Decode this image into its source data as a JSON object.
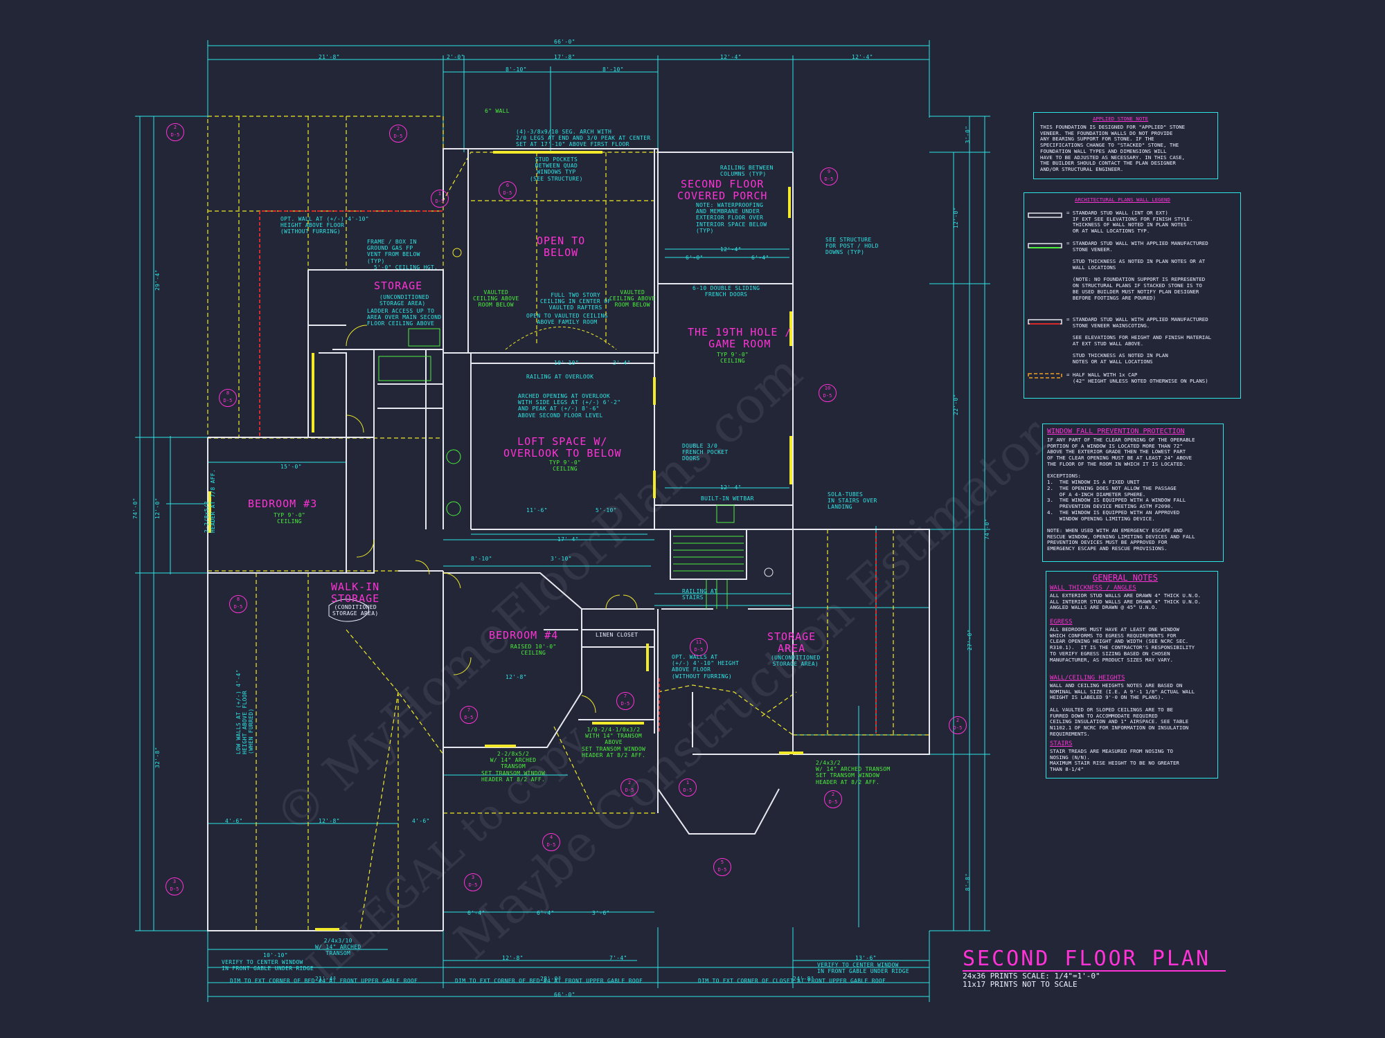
{
  "sheet": {
    "title": "SECOND FLOOR PLAN",
    "scale_24x36": "24x36 PRINTS SCALE: 1/4\"=1'-0\"",
    "scale_11x17": "11x17 PRINTS NOT TO SCALE",
    "watermark_1": "© MyHomeFloorPlans.com",
    "watermark_2": "Maybe Construction Estimator",
    "watermark_3": "ILLEGAL to copy"
  },
  "rooms": {
    "storage_top": "STORAGE",
    "storage_top_sub": "(UNCONDITIONED\nSTORAGE AREA)",
    "ladder_note": "LADDER ACCESS UP TO\nAREA OVER MAIN SECOND\nFLOOR CEILING ABOVE",
    "open_below": "OPEN TO\nBELOW",
    "covered_porch": "SECOND FLOOR\nCOVERED PORCH",
    "porch_note": "NOTE: WATERPROOFING\nAND MEMBRANE UNDER\nEXTERIOR FLOOR OVER\nINTERIOR SPACE BELOW\n(TYP)",
    "game_room": "THE 19TH HOLE /\nGAME ROOM",
    "game_room_ceiling": "TYP 9'-0\"\nCEILING",
    "loft": "LOFT SPACE W/\nOVERLOOK TO BELOW",
    "loft_ceiling": "TYP 9'-0\"\nCEILING",
    "bedroom3": "BEDROOM #3",
    "bedroom3_ceiling": "TYP 9'-0\"\nCEILING",
    "walkin": "WALK-IN\nSTORAGE",
    "walkin_sub": "(CONDITIONED\nSTORAGE AREA)",
    "bedroom4": "BEDROOM #4",
    "bedroom4_ceiling": "RAISED 10'-0\"\nCEILING",
    "storage_right": "STORAGE\nAREA",
    "storage_right_sub": "(UNCONDITIONED\nSTORAGE AREA)",
    "linen": "LINEN CLOSET"
  },
  "notes_plan": {
    "wall6": "6\" WALL",
    "arch_top": "(4)-3/8x9/10 SEG. ARCH WITH\n2/0 LEGS AT END AND 3/0 PEAK AT CENTER\nSET AT 17'-10\" ABOVE FIRST FLOOR",
    "stud_pockets": "STUD POCKETS\nBETWEEN QUAD\nWINDOWS TYP\n(SEE STRUCTURE)",
    "railing_cols": "RAILING BETWEEN\nCOLUMNS (TYP)",
    "see_structure": "SEE STRUCTURE\nFOR POST / HOLD\nDOWNS (TYP)",
    "frame_box": "FRAME / BOX IN\nGROUND GAS FP\nVENT FROM BELOW\n(TYP)",
    "ceiling_5": "5'-0\" CEILING HGT.",
    "vaulted_left": "VAULTED\nCEILING ABOVE\nROOM BELOW",
    "vaulted_right": "VAULTED\nCEILING ABOVE\nROOM BELOW",
    "full_two_story": "FULL TWO STORY\nCEILING IN CENTER OF\nVAULTED RAFTERS",
    "open_vaulted": "OPEN TO VAULTED CEILING\nABOVE FAMILY ROOM",
    "railing_overlook": "RAILING AT OVERLOOK",
    "arched_opening": "ARCHED OPENING AT OVERLOOK\nWITH SIDE LEGS AT (+/-) 6'-2\"\nAND PEAK AT (+/-) 8'-6\"\nABOVE SECOND FLOOR LEVEL",
    "french_doors_top": "6-10 DOUBLE SLIDING\nFRENCH DOORS",
    "pocket_doors": "DOUBLE 3/0\nFRENCH POCKET\nDOORS",
    "wetbar": "BUILT-IN WETBAR",
    "sola": "SOLA-TUBES\nIN STAIRS OVER\nLANDING",
    "railing_stairs": "RAILING AT\nSTAIRS",
    "opt_wall_top": "OPT. WALL AT (+/-) 4'-10\"\nHEIGHT ABOVE FLOOR\n(WITHOUT FURRING)",
    "opt_walls_mid": "OPT. WALLS AT\n(+/-) 4'-10\" HEIGHT\nABOVE FLOOR\n(WITHOUT FURRING)",
    "low_walls": "LOW WALLS AT (+/-) 4'-4\"\nHEIGHT ABOVE FLOOR\n(WHEN FURRED)",
    "header_left": "2-2/8x5/2\nHEADER AT 7/8 AFF.",
    "arched_bottom": "2/4x3/10\nW/ 14\" ARCHED\nTRANSOM",
    "arched_bed4": "2-2/8x5/2\nW/ 14\" ARCHED\nTRANSOM\nSET TRANSOM WINDOW\nHEADER AT 8/2 AFF.",
    "transom_bed4": "1/0-2/4-1/0x3/2\nWITH 14\" TRANSOM\nABOVE\nSET TRANSOM WINDOW\nHEADER AT 8/2 AFF.",
    "arched_right": "2/4x3/2\nW/ 14\" ARCHED TRANSOM\nSET TRANSOM WINDOW\nHEADER AT 8/2 AFF.",
    "verify_left": "VERIFY TO CENTER WINDOW\nIN FRONT GABLE UNDER RIDGE",
    "verify_right": "VERIFY TO CENTER WINDOW\nIN FRONT GABLE UNDER RIDGE",
    "dim_ext_bed4": "DIM TO EXT CORNER OF BED #4 AT FRONT UPPER GABLE ROOF",
    "dim_ext_bed4b": "DIM TO EXT CORNER OF BED #4 AT FRONT UPPER GABLE ROOF",
    "dim_ext_closet": "DIM TO EXT CORNER OF CLOSET AT FRONT UPPER GABLE ROOF"
  },
  "dims": {
    "overall_top": "66'-0\"",
    "overall_bottom": "66'-0\"",
    "top_segments": [
      "21'-8\"",
      "2'-0\"",
      "17'-8\"",
      "12'-4\"",
      "12'-4\""
    ],
    "top_sub": [
      "8'-10\"",
      "8'-10\""
    ],
    "left_overall": "74'-0\"",
    "right_overall": "74'-0\"",
    "left_segments": [
      "29'-4\"",
      "12'-0\"",
      "32'-8\""
    ],
    "right_segments": [
      "3'-0\"",
      "12'-0\"",
      "22'-0\"",
      "27'-0\"",
      "8'-8\""
    ],
    "bottom_segments": [
      "21'-4\"",
      "28'-0\"",
      "24'-8\""
    ],
    "bottom_sub": [
      "10'-10\"",
      "12'-8\"",
      "7'-4\"",
      "13'-6\""
    ],
    "misc": [
      "15'-0\"",
      "17'-4\"",
      "10'-10\"",
      "12'-4\"",
      "12'-4\"",
      "6'-0\"",
      "6'-4\"",
      "3'-4\"",
      "12'-8\"",
      "8'-10\"",
      "3'-10\"",
      "4'-6\"",
      "12'-8\"",
      "4'-6\"",
      "6'-4\"",
      "6'-4\"",
      "3'-6\"",
      "5'-10\"",
      "11'-6\""
    ]
  },
  "tags": [
    {
      "num": "2",
      "sheet": "D-5"
    },
    {
      "num": "2",
      "sheet": "D-5"
    },
    {
      "num": "1",
      "sheet": "D-5"
    },
    {
      "num": "6",
      "sheet": "D-5"
    },
    {
      "num": "9",
      "sheet": "D-5"
    },
    {
      "num": "8",
      "sheet": "D-5"
    },
    {
      "num": "10",
      "sheet": "D-5"
    },
    {
      "num": "8",
      "sheet": "D-5"
    },
    {
      "num": "11",
      "sheet": "D-5"
    },
    {
      "num": "7",
      "sheet": "D-5"
    },
    {
      "num": "7",
      "sheet": "D-5"
    },
    {
      "num": "2",
      "sheet": "D-5"
    },
    {
      "num": "1",
      "sheet": "D-5"
    },
    {
      "num": "2",
      "sheet": "D-5"
    },
    {
      "num": "4",
      "sheet": "D-5"
    },
    {
      "num": "5",
      "sheet": "D-5"
    },
    {
      "num": "3",
      "sheet": "D-5"
    },
    {
      "num": "3",
      "sheet": "D-5"
    },
    {
      "num": "2",
      "sheet": "D-5"
    }
  ],
  "stone_note": {
    "heading": "APPLIED STONE NOTE",
    "body": "THIS FOUNDATION IS DESIGNED FOR \"APPLIED\" STONE\nVENEER. THE FOUNDATION WALLS DO NOT PROVIDE\nANY BEARING SUPPORT FOR STONE. IF THE\nSPECIFICATIONS CHANGE TO \"STACKED\" STONE, THE\nFOUNDATION WALL TYPES AND DIMENSIONS WILL\nHAVE TO BE ADJUSTED AS NECESSARY. IN THIS CASE,\nTHE BUILDER SHOULD CONTACT THE PLAN DESIGNER\nAND/OR STRUCTURAL ENGINEER."
  },
  "legend": {
    "heading": "ARCHITECTURAL PLANS WALL LEGEND",
    "item1": "= STANDARD STUD WALL (INT OR EXT)\n  IF EXT SEE ELEVATIONS FOR FINISH STYLE.\n  THICKNESS OF WALL NOTED IN PLAN NOTES\n  OR AT WALL LOCATIONS TYP.",
    "item2": "= STANDARD STUD WALL WITH APPLIED MANUFACTURED\n  STONE VENEER.\n\n  STUD THICKNESS AS NOTED IN PLAN NOTES OR AT\n  WALL LOCATIONS\n\n  (NOTE: NO FOUNDATION SUPPORT IS REPRESENTED\n  ON STRUCTURAL PLANS IF STACKED STONE IS TO\n  BE USED BUILDER MUST NOTIFY PLAN DESIGNER\n  BEFORE FOOTINGS ARE POURED)",
    "item3": "= STANDARD STUD WALL WITH APPLIED MANUFACTURED\n  STONE VENEER WAINSCOTING.\n\n  SEE ELEVATIONS FOR HEIGHT AND FINISH MATERIAL\n  AT EXT STUD WALL ABOVE.\n\n  STUD THICKNESS AS NOTED IN PLAN\n  NOTES OR AT WALL LOCATIONS",
    "item4": "= HALF WALL WITH 1x CAP\n  (42\" HEIGHT UNLESS NOTED OTHERWISE ON PLANS)"
  },
  "window_fall": {
    "heading": "WINDOW FALL PREVENTION PROTECTION",
    "body": "IF ANY PART OF THE CLEAR OPENING OF THE OPERABLE\nPORTION OF A WINDOW IS LOCATED MORE THAN 72\"\nABOVE THE EXTERIOR GRADE THEN THE LOWEST PART\nOF THE CLEAR OPENING MUST BE AT LEAST 24\" ABOVE\nTHE FLOOR OF THE ROOM IN WHICH IT IS LOCATED.\n\nEXCEPTIONS:\n1.  THE WINDOW IS A FIXED UNIT\n2.  THE OPENING DOES NOT ALLOW THE PASSAGE\n    OF A 4-INCH DIAMETER SPHERE.\n3.  THE WINDOW IS EQUIPPED WITH A WINDOW FALL\n    PREVENTION DEVICE MEETING ASTM F2090.\n4.  THE WINDOW IS EQUIPPED WITH AN APPROVED\n    WINDOW OPENING LIMITING DEVICE.\n\nNOTE: WHEN USED WITH AN EMERGENCY ESCAPE AND\nRESCUE WINDOW, OPENING LIMITING DEVICES AND FALL\nPREVENTION DEVICES MUST BE APPROVED FOR\nEMERGENCY ESCAPE AND RESCUE PROVISIONS."
  },
  "general_notes": {
    "heading": "GENERAL NOTES",
    "h1": "WALL THICKNESS / ANGLES",
    "b1": "ALL EXTERIOR STUD WALLS ARE DRAWN 4\" THICK U.N.O.\nALL INTERIOR STUD WALLS ARE DRAWN 4\" THICK U.N.O.\nANGLED WALLS ARE DRAWN @ 45° U.N.O.",
    "h2": "EGRESS",
    "b2": "ALL BEDROOMS MUST HAVE AT LEAST ONE WINDOW\nWHICH CONFORMS TO EGRESS REQUIREMENTS FOR\nCLEAR OPENING HEIGHT AND WIDTH (SEE NCRC SEC.\nR310.1).  IT IS THE CONTRACTOR'S RESPONSIBILITY\nTO VERIFY EGRESS SIZING BASED ON CHOSEN\nMANUFACTURER, AS PRODUCT SIZES MAY VARY.",
    "h3": "WALL/CEILING HEIGHTS",
    "b3": "WALL AND CEILING HEIGHTS NOTES ARE BASED ON\nNOMINAL WALL SIZE (I.E. A 9'-1 1/8\" ACTUAL WALL\nHEIGHT IS LABELED 9'-0 ON THE PLANS).\n\nALL VAULTED OR SLOPED CEILINGS ARE TO BE\nFURRED DOWN TO ACCOMMODATE REQUIRED\nCEILING INSULATION AND 1\" AIRSPACE. SEE TABLE\nN1102.1 OF NCRC FOR INFORMATION ON INSULATION\nREQUIREMENTS.",
    "h4": "STAIRS",
    "b4": "STAIR TREADS ARE MEASURED FROM NOSING TO\nNOSING (N/N).\nMAXIMUM STAIR RISE HEIGHT TO BE NO GREATER\nTHAN 8-1/4\""
  },
  "colors": {
    "background": "#222637",
    "dimension": "#2fe6e6",
    "wall": "#e8e8f0",
    "roof": "#f2ea2a",
    "label": "#ff33d6",
    "note_green": "#4ef03e",
    "stone": "#d82a2a"
  }
}
